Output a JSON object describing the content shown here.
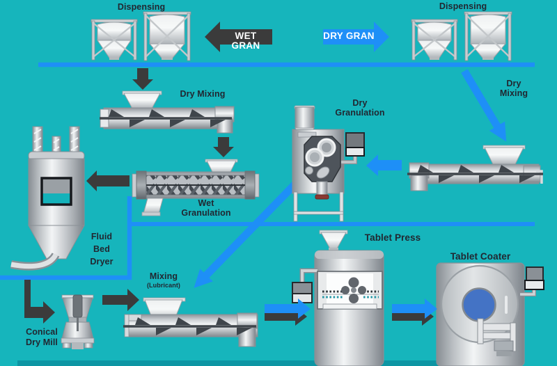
{
  "palette": {
    "background": "#16b5bc",
    "flow_blue": "#1e8ff7",
    "arrow_black": "#3b3b3b",
    "coater_window_blue": "#4473c5",
    "label_color": "#212731",
    "arrow_text_color": "#ffffff"
  },
  "labels": {
    "dispensing_left": "Dispensing",
    "dispensing_right": "Dispensing",
    "wet_gran_arrow": "WET GRAN",
    "dry_gran_arrow": "DRY GRAN",
    "dry_mixing_left": "Dry Mixing",
    "dry_mixing_right": "Dry\nMixing",
    "dry_granulation": "Dry\nGranulation",
    "wet_granulation": "Wet\nGranulation",
    "fluid_bed_dryer": "Fluid\nBed\nDryer",
    "conical_dry_mill": "Conical\nDry Mill",
    "mixing": "Mixing",
    "mixing_sub": "(Lubricant)",
    "tablet_press": "Tablet Press",
    "tablet_coater": "Tablet Coater"
  }
}
